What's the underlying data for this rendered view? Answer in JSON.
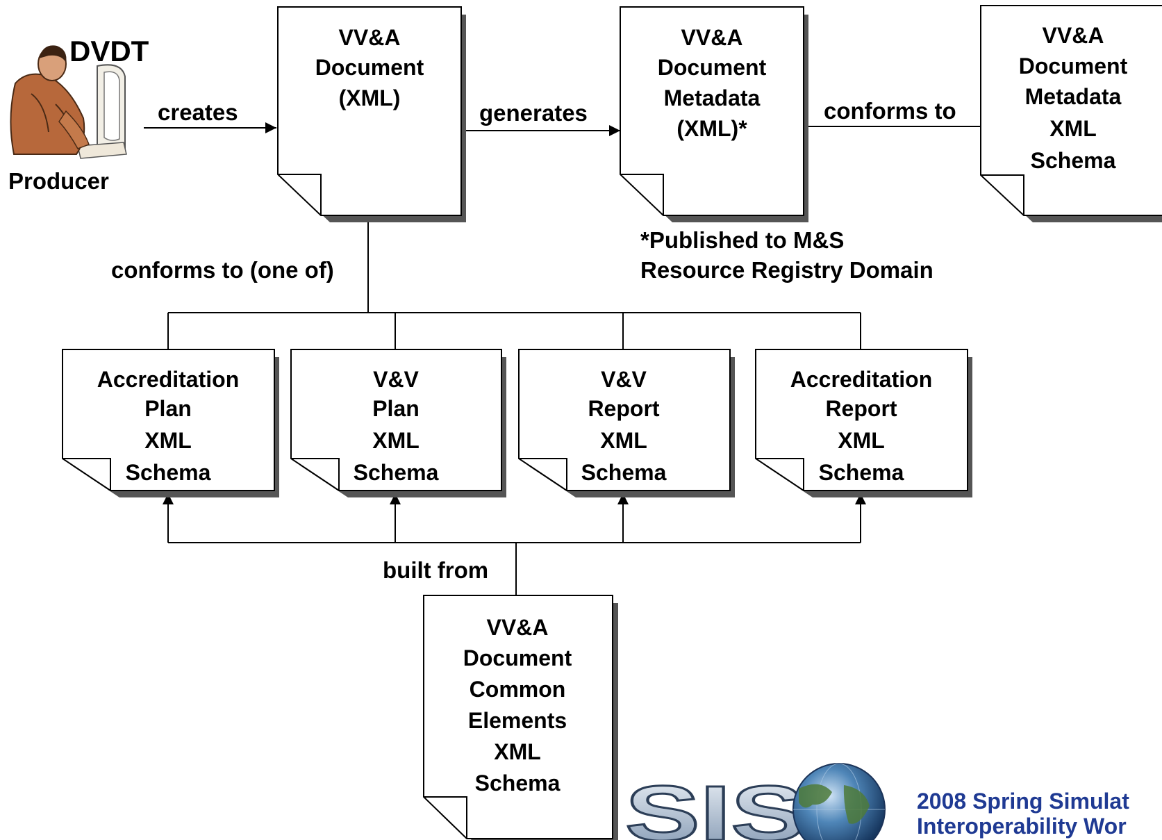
{
  "producer": {
    "tool_label": "DVDT",
    "role_label": "Producer",
    "icon": "person-at-computer-icon"
  },
  "docs": {
    "vva_doc": [
      "VV&A",
      "Document",
      "(XML)"
    ],
    "metadata": [
      "VV&A",
      "Document",
      "Metadata",
      "(XML)*"
    ],
    "metadata_schema": [
      "VV&A",
      "Document",
      "Metadata",
      "XML",
      "Schema"
    ],
    "acc_plan": [
      "Accreditation",
      "Plan",
      "XML",
      "Schema"
    ],
    "vv_plan": [
      "V&V",
      "Plan",
      "XML",
      "Schema"
    ],
    "vv_report": [
      "V&V",
      "Report",
      "XML",
      "Schema"
    ],
    "acc_report": [
      "Accreditation",
      "Report",
      "XML",
      "Schema"
    ],
    "common": [
      "VV&A",
      "Document",
      "Common",
      "Elements",
      "XML",
      "Schema"
    ]
  },
  "labels": {
    "creates": "creates",
    "generates": "generates",
    "conforms_to": "conforms to",
    "conforms_to_one_of": "conforms to (one of)",
    "built_from": "built from",
    "note_line1": "*Published to M&S",
    "note_line2": "Resource Registry Domain"
  },
  "footer": {
    "logo_text": "SIS",
    "logo_icon": "globe-icon",
    "conference_line1": "2008 Spring Simulat",
    "conference_line2": "Interoperability Wor"
  },
  "colors": {
    "conference_text": "#1f3a93",
    "shadow": "#555555"
  }
}
